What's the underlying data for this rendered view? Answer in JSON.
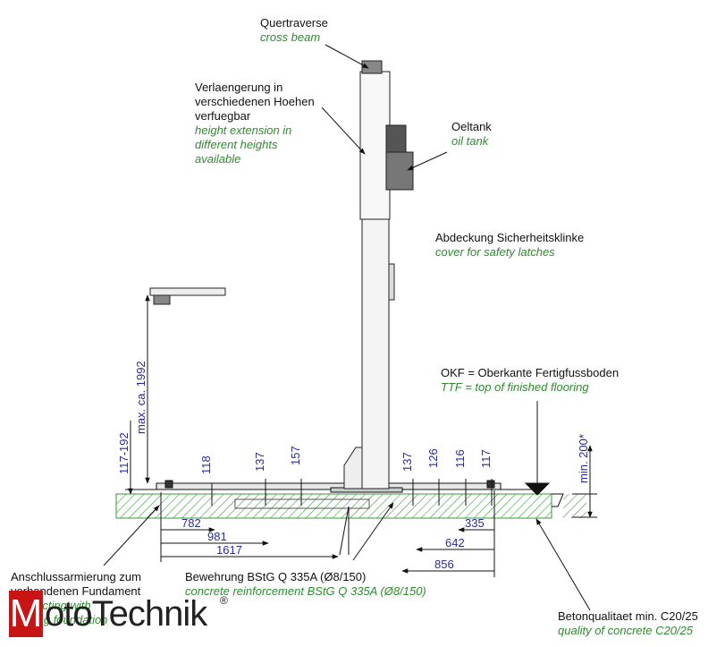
{
  "labels": {
    "cross_beam": {
      "de": "Quertraverse",
      "en": "cross beam"
    },
    "extension": {
      "de": [
        "Verlaengerung in",
        "verschiedenen Hoehen",
        "verfuegbar"
      ],
      "en": [
        "height extension in",
        "different heights",
        "available"
      ]
    },
    "oil_tank": {
      "de": "Oeltank",
      "en": "oil tank"
    },
    "latch_cover": {
      "de": "Abdeckung Sicherheitsklinke",
      "en": "cover for safety latches"
    },
    "okf": {
      "de": "OKF = Oberkante Fertigfussboden",
      "en": "TTF = top of finished flooring"
    },
    "reinforcement": {
      "de": "Bewehrung BStG Q 335A (Ø8/150)",
      "en": "concrete reinforcement BStG Q 335A (Ø8/150)"
    },
    "connection": {
      "de": [
        "Anschlussarmierung zum",
        "vorhandenen Fundament"
      ],
      "en": [
        "connecting with",
        "existing foundation"
      ],
      "partial_de": "...en"
    },
    "concrete": {
      "de": "Betonqualitaet min. C20/25",
      "en": "quality of concrete C20/25"
    }
  },
  "dimensions": {
    "left_height_range": "117-192",
    "max_height": "max. ca. 1992",
    "min_depth": "min. 200*",
    "top_marks": [
      "118",
      "137",
      "157",
      "137",
      "126",
      "116",
      "117"
    ],
    "bottom_left": [
      "782",
      "981",
      "1617"
    ],
    "bottom_right": [
      "335",
      "642",
      "856"
    ]
  },
  "logo": {
    "letter": "M",
    "text": "otoTechnik",
    "reg": "®"
  },
  "colors": {
    "dim_text": "#2a2aa0",
    "english_text": "#2e8b2e",
    "hatch": "#3a9a3a",
    "logo_red": "#c81414"
  }
}
